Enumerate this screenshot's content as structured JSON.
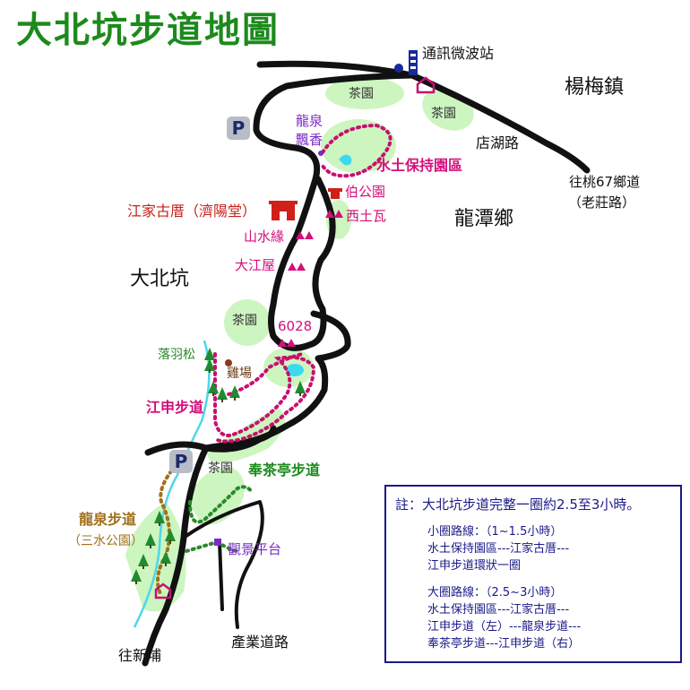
{
  "title": "大北坑步道地圖",
  "places": {
    "microwave_station": "通訊微波站",
    "yangmei": "楊梅鎮",
    "dianhu_road": "店湖路",
    "to_taoyuan_67": "往桃67鄉道",
    "old_village_road": "（老莊路）",
    "longtan": "龍潭鄉",
    "longquan": "龍泉",
    "piaoxiang": "飄香",
    "soil_water_area": "水土保持園區",
    "bo_park": "伯公園",
    "xituwa": "西土瓦",
    "jiang_house": "江家古厝（濟陽堂）",
    "shanshuiyuan": "山水緣",
    "dajiangwu": "大江屋",
    "dabeikeng": "大北坑",
    "n6028": "6028",
    "luoyusong": "落羽松",
    "chicken_farm": "雞場",
    "jiangshen_trail": "江申步道",
    "fengchating_trail": "奉茶亭步道",
    "longquan_trail": "龍泉步道",
    "sanshui_park": "（三水公園）",
    "viewing_platform": "觀景平台",
    "industry_road": "產業道路",
    "to_xinpu": "往新埔"
  },
  "tea_gardens": [
    "茶園",
    "茶園",
    "茶園",
    "茶園"
  ],
  "parking_label": "P",
  "note": {
    "heading": "註：大北坑步道完整一圈約2.5至3小時。",
    "small_loop": [
      "小圈路線：（1~1.5小時）",
      "水土保持園區---江家古厝---",
      "江申步道環狀一圈"
    ],
    "big_loop": [
      "大圈路線：（2.5~3小時）",
      "水土保持園區---江家古厝---",
      "江申步道（左）---龍泉步道---",
      "奉茶亭步道---江申步道（右）"
    ]
  },
  "colors": {
    "title": "#1c8a1c",
    "road": "#111111",
    "tea_garden": "#cdf5c0",
    "trail_magenta": "#c8106e",
    "trail_green": "#2a8a2a",
    "trail_olive": "#a0701c",
    "stream": "#4fd6e8",
    "note_border": "#1a1a8a"
  }
}
